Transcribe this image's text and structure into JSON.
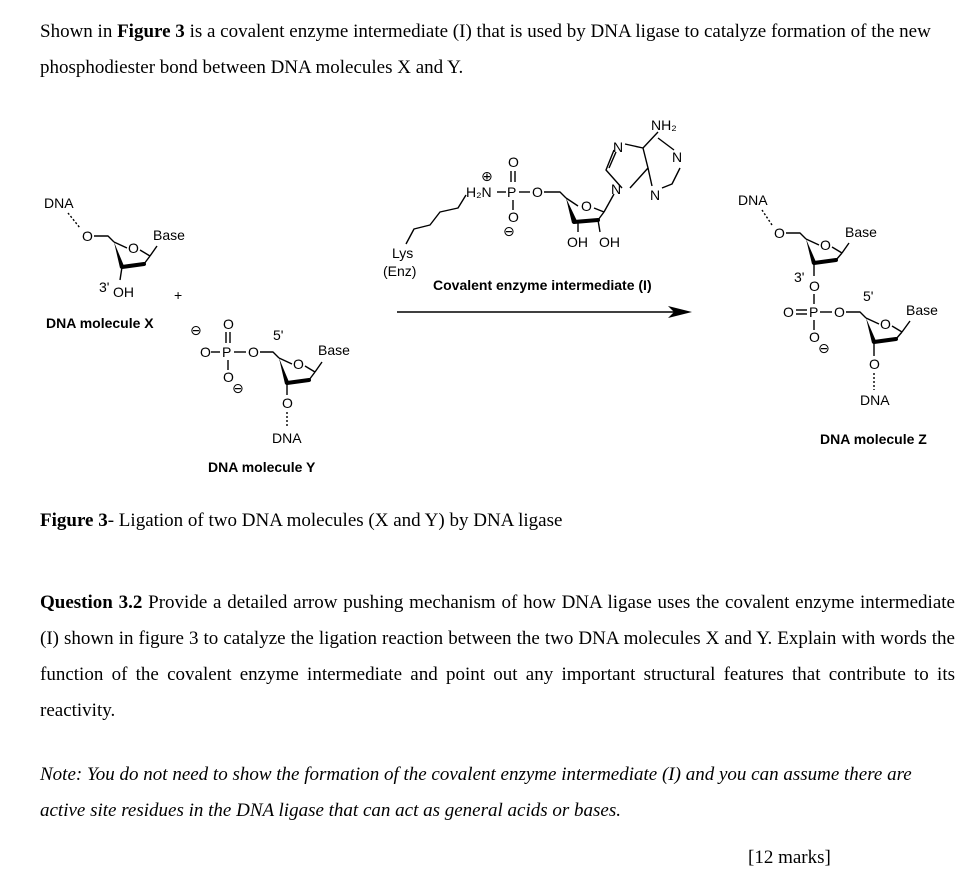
{
  "intro": {
    "part1": "Shown in ",
    "figure_ref": "Figure 3",
    "part2": " is a covalent enzyme intermediate (I) that is used by DNA ligase to catalyze formation of the new phosphodiester bond between DNA molecules X and Y."
  },
  "scheme": {
    "x": {
      "dna": "DNA",
      "o": "O",
      "base": "Base",
      "ring_o": "O",
      "pos3": "3'",
      "oh": "OH",
      "label": "DNA molecule X"
    },
    "plus": "+",
    "y": {
      "charge": "⊖",
      "o_phos": "O",
      "p": "P",
      "o_dbl": "O",
      "o_low": "O",
      "charge2": "⊖",
      "o_link": "O",
      "pos5": "5'",
      "base": "Base",
      "ring_o": "O",
      "o_3": "O",
      "dna": "DNA",
      "label": "DNA molecule Y"
    },
    "intermediate": {
      "plus_charge": "⊕",
      "h2n": "H₂N",
      "p": "P",
      "o_dbl": "O",
      "o_link": "O",
      "o_low": "O",
      "minus_charge": "⊖",
      "nh2": "NH₂",
      "n1": "N",
      "n2": "N",
      "n3": "N",
      "n4": "N",
      "ring_o": "O",
      "oh1": "OH",
      "oh2": "OH",
      "lys": "Lys",
      "enz": "(Enz)",
      "label": "Covalent enzyme intermediate (I)"
    },
    "z": {
      "dna": "DNA",
      "o": "O",
      "base1": "Base",
      "ring_o1": "O",
      "pos3": "3'",
      "o_3": "O",
      "o_dbl": "O",
      "p": "P",
      "o_link": "O",
      "pos5": "5'",
      "base2": "Base",
      "ring_o2": "O",
      "o_low": "O",
      "charge": "⊖",
      "o_end": "O",
      "dna2": "DNA",
      "label": "DNA molecule Z"
    }
  },
  "caption": {
    "bold": "Figure 3",
    "rest": "- Ligation of two DNA molecules (X and Y) by DNA ligase"
  },
  "question": {
    "bold": "Question 3.2",
    "rest": " Provide a detailed arrow pushing mechanism of how DNA ligase uses the covalent enzyme intermediate (I) shown in figure 3 to catalyze the ligation reaction between the two DNA molecules X and Y. Explain with words the function of the covalent enzyme intermediate and point out any important structural features that contribute to its reactivity."
  },
  "note": "Note: You do not need to show the formation of the covalent enzyme intermediate (I) and you can assume there are active site residues in the DNA ligase that can act as general acids or bases.",
  "marks": "[12 marks]"
}
